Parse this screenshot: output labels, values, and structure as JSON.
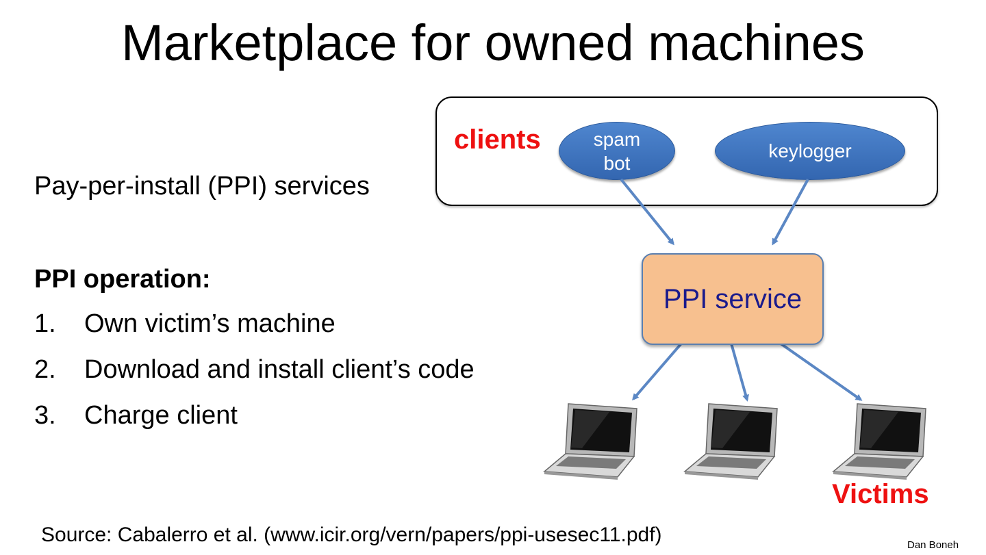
{
  "title": "Marketplace for owned machines",
  "left_text": {
    "services": "Pay-per-install (PPI) services",
    "operation_heading": "PPI operation:",
    "steps": [
      {
        "num": "1.",
        "text": "Own victim’s machine"
      },
      {
        "num": "2.",
        "text": "Download and install client’s code"
      },
      {
        "num": "3.",
        "text": "Charge client"
      }
    ]
  },
  "diagram": {
    "clients_label": "clients",
    "client_nodes": [
      {
        "label": "spam bot"
      },
      {
        "label": "keylogger"
      }
    ],
    "service_label": "PPI service",
    "victims_label": "Victims",
    "victim_count": 3
  },
  "footer": {
    "source": "Source:  Cabalerro et al.   (www.icir.org/vern/papers/ppi-usesec11.pdf)",
    "author": "Dan Boneh"
  },
  "colors": {
    "label_red": "#ee1111",
    "node_blue": "#3f74be",
    "service_fill": "#f7c08f",
    "service_text": "#1a1a8c",
    "arrow": "#5b87c4"
  }
}
